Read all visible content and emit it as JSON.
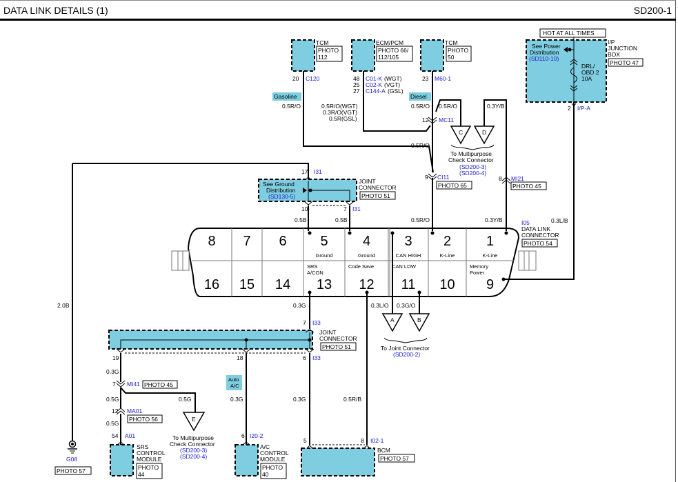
{
  "header": {
    "title": "DATA LINK DETAILS (1)",
    "code": "SD200-1"
  },
  "modules": {
    "tcm_gas": {
      "name": "TCM",
      "photo": "PHOTO",
      "photo2": "112",
      "pin": "20",
      "conn": "C120"
    },
    "ecm": {
      "name": "ECM/PCM",
      "photo": "PHOTO 66/",
      "photo2": "112/105",
      "pins": [
        "48",
        "25",
        "27"
      ],
      "conns": [
        "C01-K",
        "C02-K",
        "C144-A"
      ],
      "variants": [
        "(WGT)",
        "(VGT)",
        "(GSL)"
      ]
    },
    "tcm_dsl": {
      "name": "TCM",
      "photo": "PHOTO",
      "photo2": "50",
      "pin": "23",
      "conn": "M60-1"
    },
    "ipjb": {
      "hot": "HOT AT ALL TIMES",
      "see1": "See Power",
      "see2": "Distribution",
      "ref": "(SD110-10)",
      "fuse1": "DRL/",
      "fuse2": "OBD 2",
      "fuse3": "10A",
      "name1": "I/P",
      "name2": "JUNCTION",
      "name3": "BOX",
      "photo": "PHOTO 47",
      "pin": "2",
      "conn": "I/P-A"
    },
    "srs": {
      "n1": "SRS",
      "n2": "CONTROL",
      "n3": "MODULE",
      "photo": "PHOTO",
      "photo2": "44",
      "pin": "54",
      "conn": "A01"
    },
    "ac": {
      "n1": "A/C",
      "n2": "CONTROL",
      "n3": "MODULE",
      "photo": "PHOTO",
      "photo2": "40",
      "pin": "6",
      "conn": "I20-2"
    },
    "bcm": {
      "name": "BCM",
      "photo": "PHOTO 57",
      "pin1": "5",
      "pin2": "8",
      "conn": "I02-1"
    }
  },
  "tags": {
    "gasoline": "Gasoline",
    "diesel": "Diesel",
    "auto_ac1": "Auto",
    "auto_ac2": "A/C"
  },
  "wires": {
    "w_gas": "0.5R/O",
    "w_wgt": "0.5R/O(WGT)",
    "w_vgt": "0.3R/O(VGT)",
    "w_gsl": "0.5R(GSL)",
    "w_dsl": "0.5R/O",
    "w_c": "0.5R/O",
    "w_d": "0.3Y/B",
    "w_ci": "0.5R/O",
    "w_pin5": "0.5B",
    "w_pin4": "0.5B",
    "w_pin2": "0.5R/O",
    "w_pin1": "0.3Y/B",
    "w_pin9": "0.3L/B",
    "w_gnd": "2.0B",
    "w_pin13": "0.3G",
    "w_a": "0.3L/O",
    "w_b": "0.3G/O",
    "w_19": "0.3G",
    "w_srs1": "0.5G",
    "w_e": "0.5G",
    "w_srs2": "0.5G",
    "w_ac": "0.3G",
    "w_bcm5": "0.3G",
    "w_bcm8": "0.5R/B"
  },
  "inline": {
    "mc11": {
      "pin": "12",
      "conn": "MC11"
    },
    "ci11": {
      "pin": "9",
      "conn": "CI11",
      "photo": "PHOTO 65"
    },
    "mi21": {
      "pin": "8",
      "conn": "MI21",
      "photo": "PHOTO 45"
    },
    "mi41": {
      "pin": "7",
      "conn": "MI41",
      "photo": "PHOTO 45"
    },
    "ma01": {
      "pin": "12",
      "conn": "MA01",
      "photo": "PHOTO 56"
    }
  },
  "joint_i31": {
    "conn": "I31",
    "pin_in": "17",
    "pin_a": "10",
    "pin_b": "7",
    "see1": "See Ground",
    "see2": "Distribution",
    "ref": "(SD130-5)",
    "name1": "JOINT",
    "name2": "CONNECTOR",
    "photo": "PHOTO 51"
  },
  "joint_i33": {
    "conn": "I33",
    "pin_in": "7",
    "pin_out": "6",
    "pin_19": "19",
    "pin_18": "18",
    "name1": "JOINT",
    "name2": "CONNECTOR",
    "photo": "PHOTO 51"
  },
  "offpage": {
    "c": "C",
    "d": "D",
    "cd_text1": "To Multipurpose",
    "cd_text2": "Check Connector",
    "cd_ref1": "(SD200-3)",
    "cd_ref2": "(SD200-4)",
    "a": "A",
    "b": "B",
    "ab_text": "To Joint Connector",
    "ab_ref": "(SD200-2)",
    "e": "E",
    "e_text1": "To Multipurpose",
    "e_text2": "Check Connector",
    "e_ref1": "(SD200-3)",
    "e_ref2": "(SD200-4)"
  },
  "ground": {
    "name": "G08",
    "photo": "PHOTO 57"
  },
  "dlc": {
    "conn": "I05",
    "name1": "DATA LINK",
    "name2": "CONNECTOR",
    "photo": "PHOTO 54",
    "top": [
      {
        "n": "8",
        "label": ""
      },
      {
        "n": "7",
        "label": ""
      },
      {
        "n": "6",
        "label": ""
      },
      {
        "n": "5",
        "label": "Ground"
      },
      {
        "n": "4",
        "label": "Ground"
      },
      {
        "n": "3",
        "label": "CAN HIGH"
      },
      {
        "n": "2",
        "label": "K-Line"
      },
      {
        "n": "1",
        "label": "K-Line"
      }
    ],
    "bottom": [
      {
        "n": "16",
        "l1": "",
        "l2": ""
      },
      {
        "n": "15",
        "l1": "",
        "l2": ""
      },
      {
        "n": "14",
        "l1": "",
        "l2": ""
      },
      {
        "n": "13",
        "l1": "SRS",
        "l2": "A/CON"
      },
      {
        "n": "12",
        "l1": "Code Save",
        "l2": ""
      },
      {
        "n": "11",
        "l1": "CAN LOW",
        "l2": ""
      },
      {
        "n": "10",
        "l1": "",
        "l2": ""
      },
      {
        "n": "9",
        "l1": "Memory",
        "l2": "Power"
      }
    ]
  }
}
